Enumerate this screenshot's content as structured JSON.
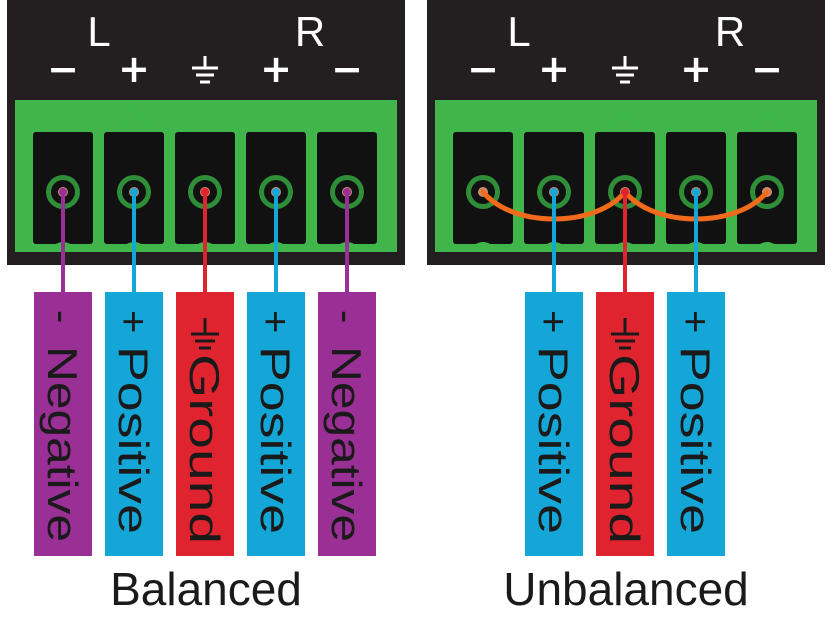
{
  "colors": {
    "terminal_body": "#231f20",
    "terminal_green": "#3fb54a",
    "terminal_green_dark": "#2f9a3a",
    "socket": "#111111",
    "socket_ring": "#2f8f38",
    "negative": "#9a2f96",
    "positive": "#14a6d6",
    "ground": "#e0242f",
    "jumper": "#f26a1b",
    "pin_center": "#c98b6e",
    "white": "#ffffff"
  },
  "panels": [
    {
      "id": "balanced",
      "caption": "Balanced",
      "header": {
        "channel_left": "L",
        "channel_right": "R",
        "pin_symbols": [
          "−",
          "+",
          "⏚",
          "+",
          "−"
        ]
      },
      "jumper": false,
      "wires": [
        {
          "pin": 0,
          "role": "negative",
          "symbol": "-",
          "label": "Negative"
        },
        {
          "pin": 1,
          "role": "positive",
          "symbol": "+",
          "label": "Positive"
        },
        {
          "pin": 2,
          "role": "ground",
          "symbol": "⏚",
          "label": "Ground"
        },
        {
          "pin": 3,
          "role": "positive",
          "symbol": "+",
          "label": "Positive"
        },
        {
          "pin": 4,
          "role": "negative",
          "symbol": "-",
          "label": "Negative"
        }
      ]
    },
    {
      "id": "unbalanced",
      "caption": "Unbalanced",
      "header": {
        "channel_left": "L",
        "channel_right": "R",
        "pin_symbols": [
          "−",
          "+",
          "⏚",
          "+",
          "−"
        ]
      },
      "jumper": true,
      "wires": [
        {
          "pin": 1,
          "role": "positive",
          "symbol": "+",
          "label": "Positive"
        },
        {
          "pin": 2,
          "role": "ground",
          "symbol": "⏚",
          "label": "Ground"
        },
        {
          "pin": 3,
          "role": "positive",
          "symbol": "+",
          "label": "Positive"
        }
      ]
    }
  ]
}
